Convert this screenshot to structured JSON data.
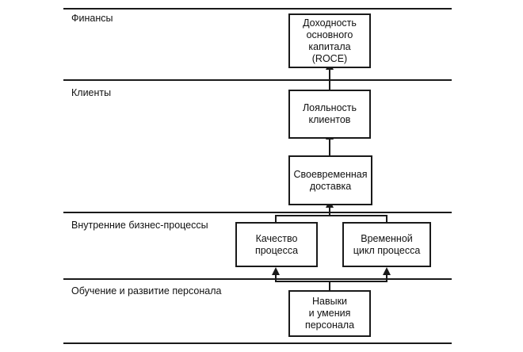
{
  "perspectives": {
    "finance": "Финансы",
    "customers": "Клиенты",
    "internal": "Внутренние бизнес-процессы",
    "learning": "Обучение и развитие персонала"
  },
  "nodes": {
    "roce": "Доходность\nосновного\nкапитала\n(ROCE)",
    "loyalty": "Лояльность\nклиентов",
    "delivery": "Своевременная\nдоставка",
    "quality": "Качество\nпроцесса",
    "cycle": "Временной\nцикл процесса",
    "skills": "Навыки\nи умения\nперсонала"
  }
}
